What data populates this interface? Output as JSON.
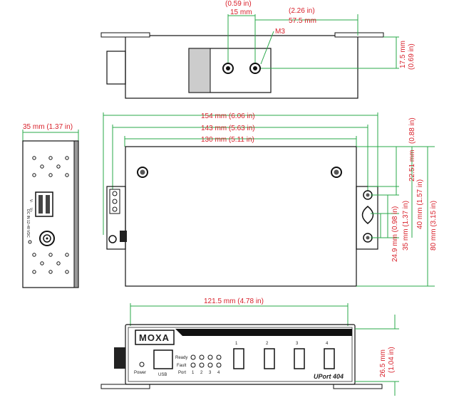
{
  "top_view": {
    "dim_059_in": "(0.59 in)",
    "dim_15_mm": "15 mm",
    "dim_226_in": "(2.26 in)",
    "dim_575_mm": "57.5 mm",
    "screw_label": "M3",
    "dim_175_mm": "17.5 mm",
    "dim_069_in": "(0.69 in)"
  },
  "side_view": {
    "width_dim": "35 mm (1.37 in)",
    "power_label": "DC IN 12-48 VDC",
    "v_minus": "V-",
    "v_plus": "V+"
  },
  "bottom_view": {
    "dim_154": "154 mm (6.06 in)",
    "dim_143": "143 mm (5.63 in)",
    "dim_130": "130 mm (5.11 in)",
    "dim_088_in": "(0.88 in)",
    "dim_2251_mm": "22.51 mm",
    "dim_157": "40 mm (1.57 in)",
    "dim_315": "80 mm (3.15 in)",
    "dim_137": "35 mm (1.37 in)",
    "dim_098": "24.9 mm (0.98 in)"
  },
  "front_view": {
    "width_dim": "121.5 mm (4.78 in)",
    "height_mm": "26.5 mm",
    "height_in": "(1.04 in)",
    "brand": "MOXA",
    "power": "Power",
    "usb": "USB",
    "ready": "Ready",
    "fault": "Fault",
    "port": "Port",
    "led_nums": [
      "1",
      "2",
      "3",
      "4"
    ],
    "port_nums": [
      "1",
      "2",
      "3",
      "4"
    ],
    "product": "UPort 404"
  },
  "colors": {
    "dimension_text": "#d8202a",
    "dimension_line": "#2aa84a",
    "outline": "#111111"
  }
}
